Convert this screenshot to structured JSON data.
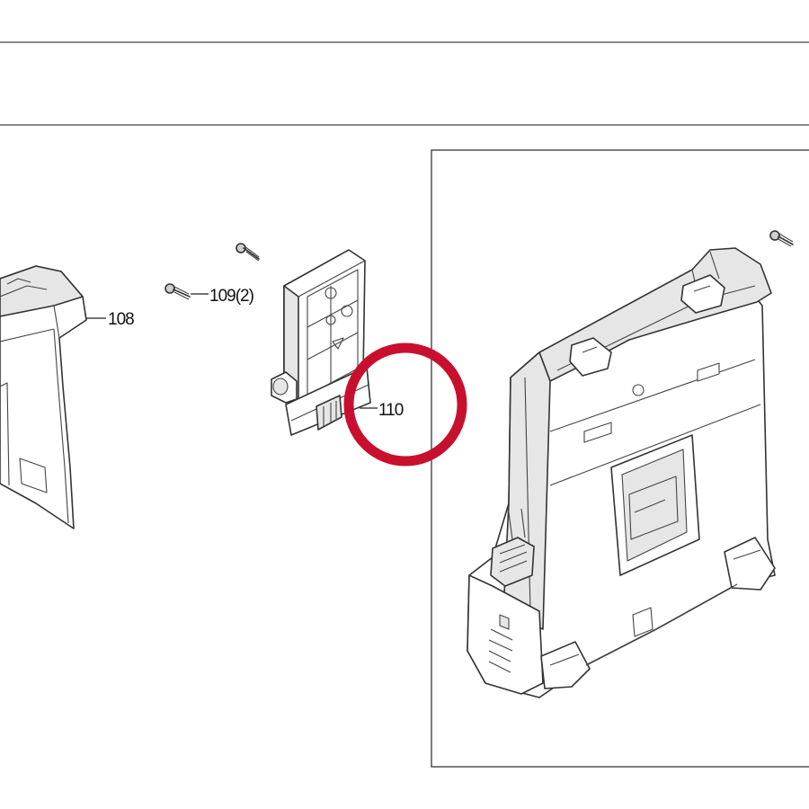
{
  "callouts": {
    "part_108": "108",
    "part_109": "109(2)",
    "part_110": "110"
  },
  "colors": {
    "highlight": "#c8102e",
    "line": "#333333",
    "rule": "#8a8a8a"
  },
  "highlighted_part": "110"
}
